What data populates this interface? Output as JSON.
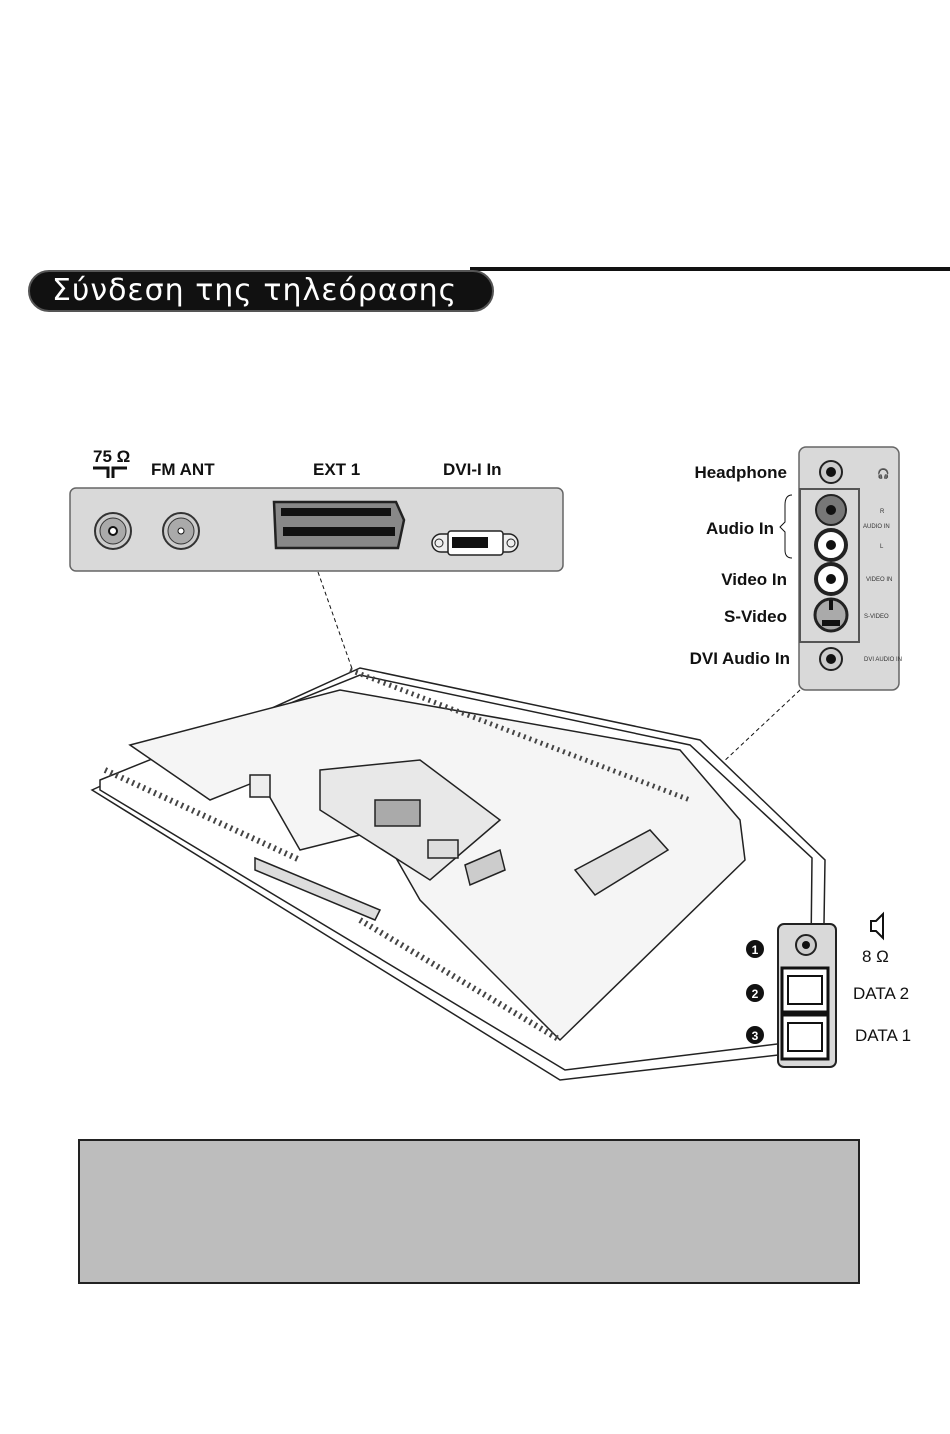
{
  "section_title": "Σύνδεση της τηλεόρασης",
  "top_panel": {
    "labels": [
      "75 Ω",
      "FM ANT",
      "EXT 1",
      "DVI-I In"
    ]
  },
  "side_panel": {
    "labels": [
      "Headphone",
      "Audio In",
      "Video In",
      "S-Video",
      "DVI Audio In"
    ],
    "small_labels": [
      "R",
      "AUDIO IN",
      "L",
      "VIDEO IN",
      "S-VIDEO",
      "DVI AUDIO IN"
    ]
  },
  "bottom_panel": {
    "numbers": [
      "1",
      "2",
      "3"
    ],
    "speaker_impedance": "8 Ω",
    "labels": [
      "DATA 2",
      "DATA 1"
    ]
  },
  "colors": {
    "title_bg": "#111111",
    "panel_bg": "#d9d9d9",
    "note_bg": "#bdbdbd"
  }
}
